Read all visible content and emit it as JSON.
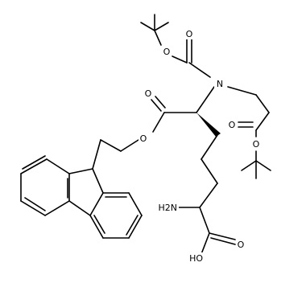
{
  "molecule": {
    "atoms": {
      "O_boc1_ether": "O",
      "O_boc1_carbonyl": "O",
      "N": "N",
      "O_ester_carbonyl": "O",
      "O_ester_ether": "O",
      "O_glycine_carbonyl": "O",
      "O_glycine_ether": "O",
      "NH2": "H2N",
      "O_acid_carbonyl": "O",
      "OH": "HO"
    }
  },
  "colors": {
    "bond": "#000000",
    "label": "#000000",
    "background": "#ffffff"
  }
}
